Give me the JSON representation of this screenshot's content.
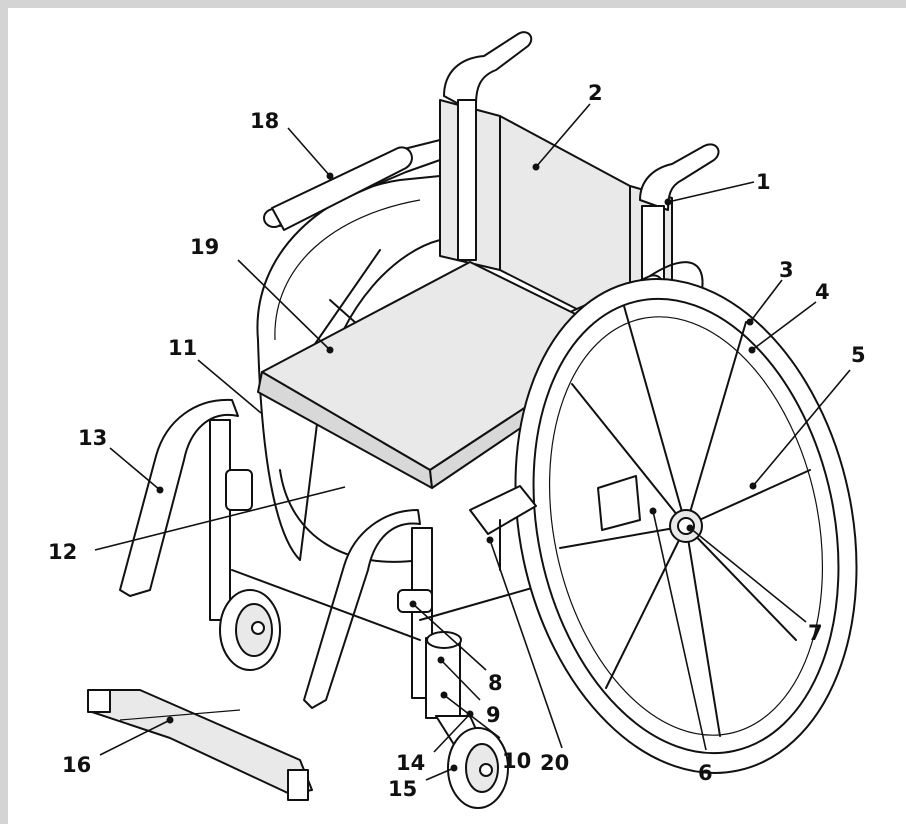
{
  "callouts": {
    "c1": "1",
    "c2": "2",
    "c3": "3",
    "c4": "4",
    "c5": "5",
    "c6": "6",
    "c7": "7",
    "c8": "8",
    "c9": "9",
    "c10": "10",
    "c11": "11",
    "c12": "12",
    "c13": "13",
    "c14": "14",
    "c15": "15",
    "c16": "16",
    "c18": "18",
    "c19": "19",
    "c20": "20"
  },
  "colors": {
    "background": "#d4d4d4",
    "panel": "#ffffff",
    "ink": "#111111",
    "part_fill": "#e9e9e9"
  }
}
